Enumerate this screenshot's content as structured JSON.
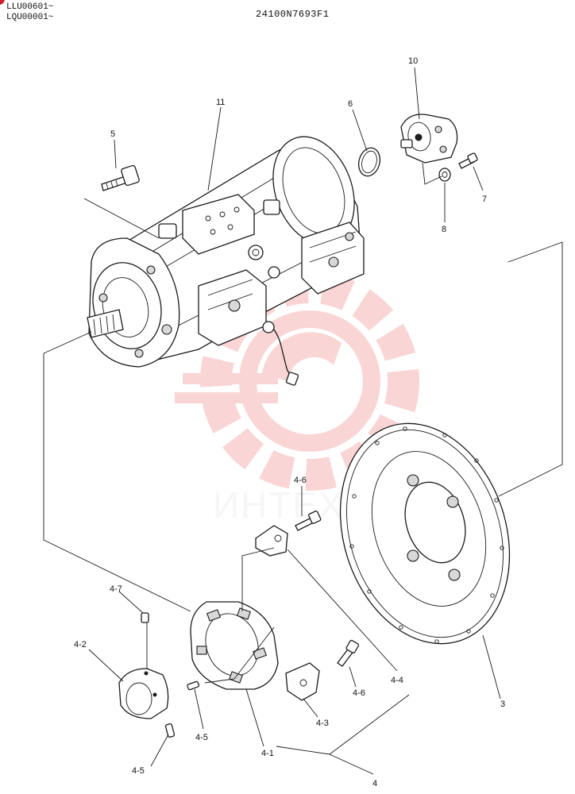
{
  "header": {
    "serial_lines": [
      "LLU00601~",
      "LQU00001~"
    ],
    "drawing_number": "24100N7693F1"
  },
  "watermark": {
    "text": "ИНТЕХ",
    "color": "#f08a8a"
  },
  "colors": {
    "line": "#1a1a1a",
    "accent": "#d21f2f"
  },
  "callouts": {
    "pump_assy": "11",
    "bolt_5": "5",
    "oring_6": "6",
    "gear_pump_10": "10",
    "bolt_7": "7",
    "washer_8": "8",
    "flange_3": "3",
    "bolt_4_6_top": "4-6",
    "bolt_4_6_lower": "4-6",
    "insert_4_4": "4-4",
    "insert_4_3": "4-3",
    "spider_4_1": "4-1",
    "coupling_4": "4",
    "hub_4_2": "4-2",
    "setscrew_4_7": "4-7",
    "pin_4_5_mid": "4-5",
    "pin_4_5_low": "4-5"
  }
}
